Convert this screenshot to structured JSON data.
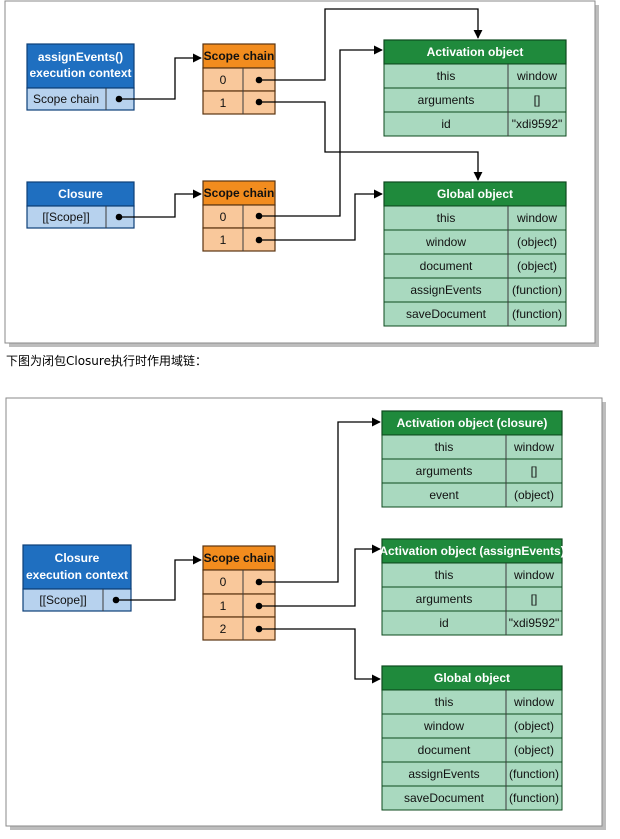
{
  "caption": "下图为闭包Closure执行时作用域链：",
  "diagram1": {
    "context": {
      "title": [
        "assignEvents()",
        "execution context"
      ],
      "row": "Scope chain"
    },
    "closure": {
      "title": "Closure",
      "row": "[[Scope]]"
    },
    "scope_chain_a": {
      "title": "Scope chain",
      "rows": [
        "0",
        "1"
      ]
    },
    "scope_chain_b": {
      "title": "Scope chain",
      "rows": [
        "0",
        "1"
      ]
    },
    "activation": {
      "title": "Activation object",
      "rows": [
        [
          "this",
          "window"
        ],
        [
          "arguments",
          "[]"
        ],
        [
          "id",
          "\"xdi9592\""
        ]
      ]
    },
    "global": {
      "title": "Global object",
      "rows": [
        [
          "this",
          "window"
        ],
        [
          "window",
          "(object)"
        ],
        [
          "document",
          "(object)"
        ],
        [
          "assignEvents",
          "(function)"
        ],
        [
          "saveDocument",
          "(function)"
        ]
      ]
    }
  },
  "diagram2": {
    "context": {
      "title": [
        "Closure",
        "execution context"
      ],
      "row": "[[Scope]]"
    },
    "scope_chain": {
      "title": "Scope chain",
      "rows": [
        "0",
        "1",
        "2"
      ]
    },
    "activation_closure": {
      "title": "Activation object (closure)",
      "rows": [
        [
          "this",
          "window"
        ],
        [
          "arguments",
          "[]"
        ],
        [
          "event",
          "(object)"
        ]
      ]
    },
    "activation_assign": {
      "title": "Activation object (assignEvents)",
      "rows": [
        [
          "this",
          "window"
        ],
        [
          "arguments",
          "[]"
        ],
        [
          "id",
          "\"xdi9592\""
        ]
      ]
    },
    "global": {
      "title": "Global object",
      "rows": [
        [
          "this",
          "window"
        ],
        [
          "window",
          "(object)"
        ],
        [
          "document",
          "(object)"
        ],
        [
          "assignEvents",
          "(function)"
        ],
        [
          "saveDocument",
          "(function)"
        ]
      ]
    }
  }
}
